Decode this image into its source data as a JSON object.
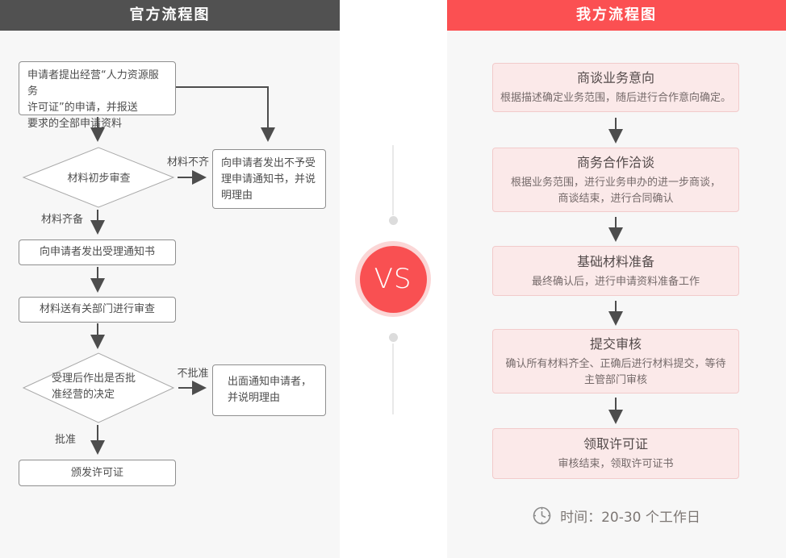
{
  "left": {
    "title": "官方流程图",
    "nodes": {
      "start": "申请者提出经营“人力资源服务\n许可证”的申请，并报送\n要求的全部申请资料",
      "decision1": "材料初步审查",
      "reject_notice": "向申请者发出不予受\n理申请通知书，并说\n明理由",
      "accept_notice": "向申请者发出受理通知书",
      "review": "材料送有关部门进行审查",
      "decision2": "受理后作出是否批\n准经营的决定",
      "reject_inform": "出面通知申请者，\n并说明理由",
      "license": "颁发许可证"
    },
    "labels": {
      "materials_incomplete": "材料不齐",
      "materials_complete": "材料齐备",
      "not_approved": "不批准",
      "approved": "批准"
    }
  },
  "vs": {
    "label": "VS"
  },
  "right": {
    "title": "我方流程图",
    "steps": [
      {
        "title": "商谈业务意向",
        "desc": "根据描述确定业务范围，随后进行合作意向确定。"
      },
      {
        "title": "商务合作洽谈",
        "desc": "根据业务范围，进行业务申办的进一步商谈，\n商谈结束，进行合同确认"
      },
      {
        "title": "基础材料准备",
        "desc": "最终确认后，进行申请资料准备工作"
      },
      {
        "title": "提交审核",
        "desc": "确认所有材料齐全、正确后进行材料提交，等待\n主管部门审核"
      },
      {
        "title": "领取许可证",
        "desc": "审核结束，领取许可证书"
      }
    ],
    "footer": {
      "time": "时间：20-30 个工作日"
    }
  },
  "colors": {
    "left_header_bg": "#515151",
    "right_header_bg": "#fb5052",
    "panel_bg": "#f7f7f7",
    "box_border": "#8f8f8f",
    "arrow": "#4d4d4d",
    "pink_box_bg": "#fbe9e9",
    "pink_box_border": "#f2cbcb",
    "vs_red": "#f95052",
    "vs_ring": "#fbd6d6"
  }
}
